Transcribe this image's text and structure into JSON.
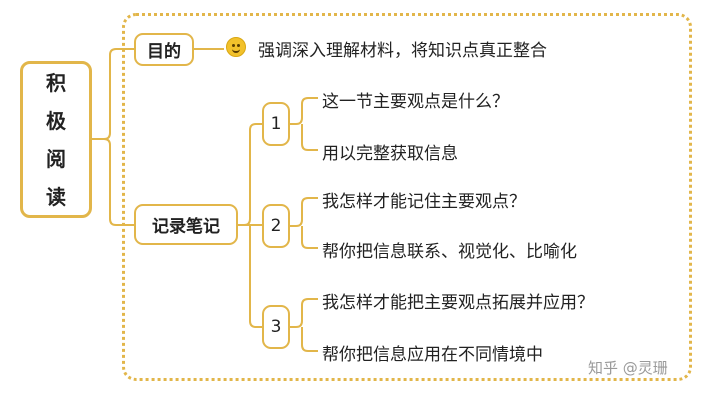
{
  "root": {
    "chars": [
      "积",
      "极",
      "阅",
      "读"
    ]
  },
  "goal": {
    "label": "目的",
    "text": "强调深入理解材料，将知识点真正整合"
  },
  "notes": {
    "label": "记录笔记",
    "groups": [
      {
        "num": "1",
        "items": [
          "这一节主要观点是什么？",
          "用以完整获取信息"
        ]
      },
      {
        "num": "2",
        "items": [
          "我怎样才能记住主要观点？",
          "帮你把信息联系、视觉化、比喻化"
        ]
      },
      {
        "num": "3",
        "items": [
          "我怎样才能把主要观点拓展并应用？",
          "帮你把信息应用在不同情境中"
        ]
      }
    ]
  },
  "watermark": "知乎 @灵珊",
  "colors": {
    "accent": "#e2b64a",
    "smile": "#f2c12b"
  }
}
